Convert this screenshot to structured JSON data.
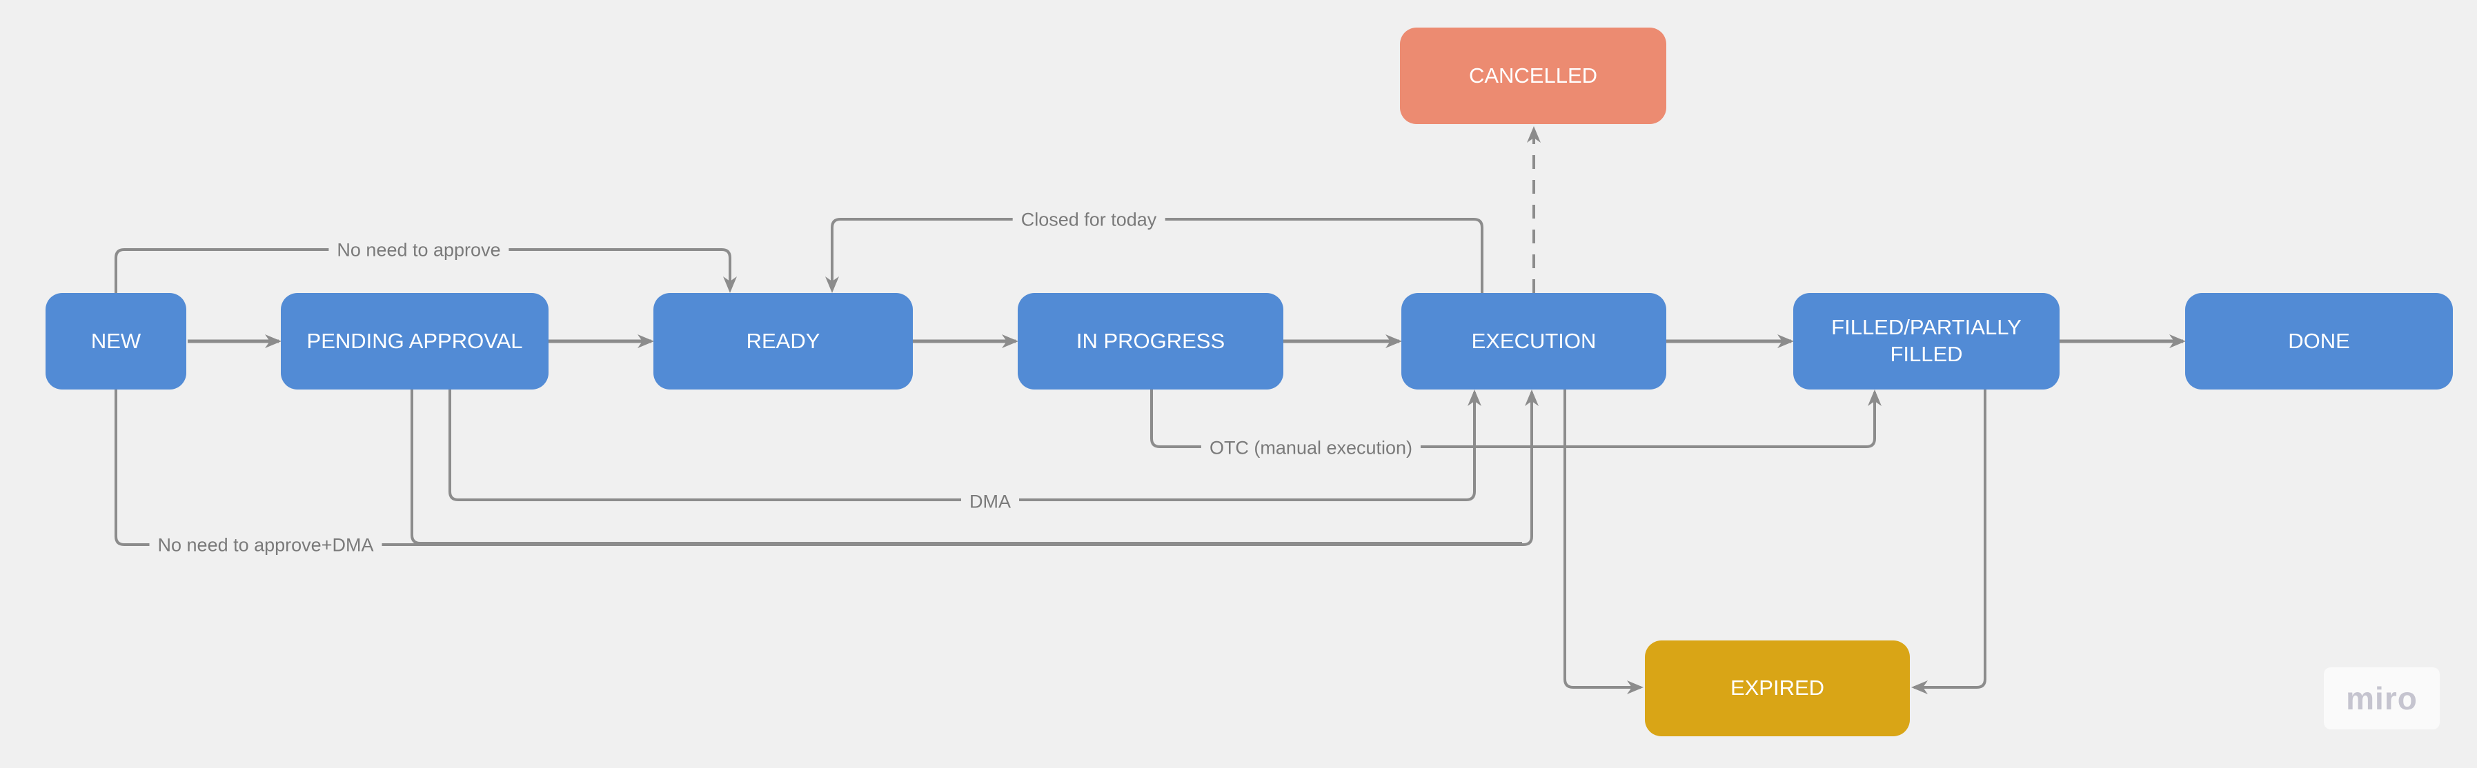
{
  "colors": {
    "background": "#F0F0F0",
    "line": "#8C8C8C",
    "edge_label_text": "#7A7A7A",
    "node_text": "#FFFFFF",
    "node_blue": "#528BD5",
    "node_red": "#EC8B71",
    "node_yellow": "#D9A516",
    "watermark_text": "#C5C4CF",
    "watermark_background": "rgba(255,255,255,0.65)"
  },
  "diagram": {
    "nodes": [
      {
        "id": "new",
        "label": "NEW",
        "color": "#528BD5"
      },
      {
        "id": "pending-approval",
        "label": "PENDING APPROVAL",
        "color": "#528BD5"
      },
      {
        "id": "ready",
        "label": "READY",
        "color": "#528BD5"
      },
      {
        "id": "in-progress",
        "label": "IN PROGRESS",
        "color": "#528BD5"
      },
      {
        "id": "execution",
        "label": "EXECUTION",
        "color": "#528BD5"
      },
      {
        "id": "filled",
        "label": "FILLED/PARTIALLY FILLED",
        "color": "#528BD5"
      },
      {
        "id": "done",
        "label": "DONE",
        "color": "#528BD5"
      },
      {
        "id": "cancelled",
        "label": "CANCELLED",
        "color": "#EC8B71"
      },
      {
        "id": "expired",
        "label": "EXPIRED",
        "color": "#D9A516"
      }
    ],
    "edge_labels": [
      {
        "id": "no-need-to-approve",
        "text": "No need to approve"
      },
      {
        "id": "closed-for-today",
        "text": "Closed for today"
      },
      {
        "id": "otc-manual-execution",
        "text": "OTC (manual execution)"
      },
      {
        "id": "dma",
        "text": "DMA"
      },
      {
        "id": "no-need-to-approve-dma",
        "text": "No need to approve+DMA"
      }
    ],
    "edges": [
      {
        "from": "NEW",
        "to": "PENDING APPROVAL",
        "style": "solid"
      },
      {
        "from": "PENDING APPROVAL",
        "to": "READY",
        "style": "solid"
      },
      {
        "from": "READY",
        "to": "IN PROGRESS",
        "style": "solid"
      },
      {
        "from": "IN PROGRESS",
        "to": "EXECUTION",
        "style": "solid"
      },
      {
        "from": "EXECUTION",
        "to": "FILLED/PARTIALLY FILLED",
        "style": "solid"
      },
      {
        "from": "FILLED/PARTIALLY FILLED",
        "to": "DONE",
        "style": "solid"
      },
      {
        "from": "NEW",
        "to": "READY",
        "style": "solid",
        "label": "No need to approve"
      },
      {
        "from": "EXECUTION",
        "to": "READY",
        "style": "solid",
        "label": "Closed for today"
      },
      {
        "from": "EXECUTION",
        "to": "CANCELLED",
        "style": "dashed"
      },
      {
        "from": "PENDING APPROVAL",
        "to": "EXECUTION",
        "style": "solid",
        "label": "DMA"
      },
      {
        "from": "NEW",
        "to": "EXECUTION",
        "style": "solid",
        "label": "No need to approve+DMA"
      },
      {
        "from": "IN PROGRESS",
        "to": "FILLED/PARTIALLY FILLED",
        "style": "solid",
        "label": "OTC (manual execution)"
      },
      {
        "from": "EXECUTION",
        "to": "EXPIRED",
        "style": "solid"
      },
      {
        "from": "FILLED/PARTIALLY FILLED",
        "to": "EXPIRED",
        "style": "solid"
      }
    ]
  },
  "watermark": {
    "text": "miro"
  }
}
